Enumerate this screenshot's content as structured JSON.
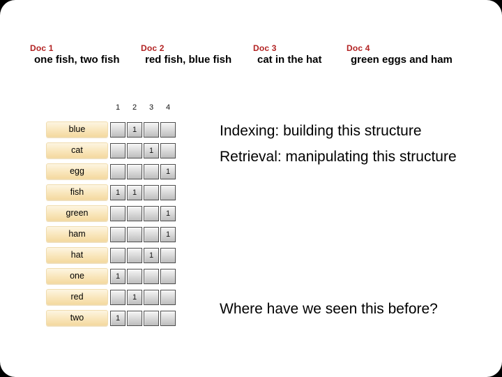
{
  "docs": [
    {
      "label": "Doc 1",
      "text": "one fish, two fish"
    },
    {
      "label": "Doc 2",
      "text": "red fish, blue fish"
    },
    {
      "label": "Doc 3",
      "text": "cat in the hat"
    },
    {
      "label": "Doc 4",
      "text": "green eggs and ham"
    }
  ],
  "matrix": {
    "column_headers": [
      "1",
      "2",
      "3",
      "4"
    ],
    "rows": [
      {
        "term": "blue",
        "cells": [
          "",
          "1",
          "",
          ""
        ]
      },
      {
        "term": "cat",
        "cells": [
          "",
          "",
          "1",
          ""
        ]
      },
      {
        "term": "egg",
        "cells": [
          "",
          "",
          "",
          "1"
        ]
      },
      {
        "term": "fish",
        "cells": [
          "1",
          "1",
          "",
          ""
        ]
      },
      {
        "term": "green",
        "cells": [
          "",
          "",
          "",
          "1"
        ]
      },
      {
        "term": "ham",
        "cells": [
          "",
          "",
          "",
          "1"
        ]
      },
      {
        "term": "hat",
        "cells": [
          "",
          "",
          "1",
          ""
        ]
      },
      {
        "term": "one",
        "cells": [
          "1",
          "",
          "",
          ""
        ]
      },
      {
        "term": "red",
        "cells": [
          "",
          "1",
          "",
          ""
        ]
      },
      {
        "term": "two",
        "cells": [
          "1",
          "",
          "",
          ""
        ]
      }
    ]
  },
  "annotations": {
    "indexing": "Indexing: building this structure",
    "retrieval": "Retrieval: manipulating this structure",
    "question": "Where have we seen this before?"
  },
  "colors": {
    "doc_label_red": "#b22222",
    "term_bar_tan": "#f4d9a0",
    "cell_gray": "#bdbdbd",
    "cell_border": "#4d4d4d",
    "slide_background": "#ffffff",
    "page_background": "#000000"
  },
  "chart_data": {
    "type": "table",
    "row_labels": [
      "blue",
      "cat",
      "egg",
      "fish",
      "green",
      "ham",
      "hat",
      "one",
      "red",
      "two"
    ],
    "column_labels": [
      "1",
      "2",
      "3",
      "4"
    ],
    "values": [
      [
        0,
        1,
        0,
        0
      ],
      [
        0,
        0,
        1,
        0
      ],
      [
        0,
        0,
        0,
        1
      ],
      [
        1,
        1,
        0,
        0
      ],
      [
        0,
        0,
        0,
        1
      ],
      [
        0,
        0,
        0,
        1
      ],
      [
        0,
        0,
        1,
        0
      ],
      [
        1,
        0,
        0,
        0
      ],
      [
        0,
        1,
        0,
        0
      ],
      [
        1,
        0,
        0,
        0
      ]
    ]
  }
}
